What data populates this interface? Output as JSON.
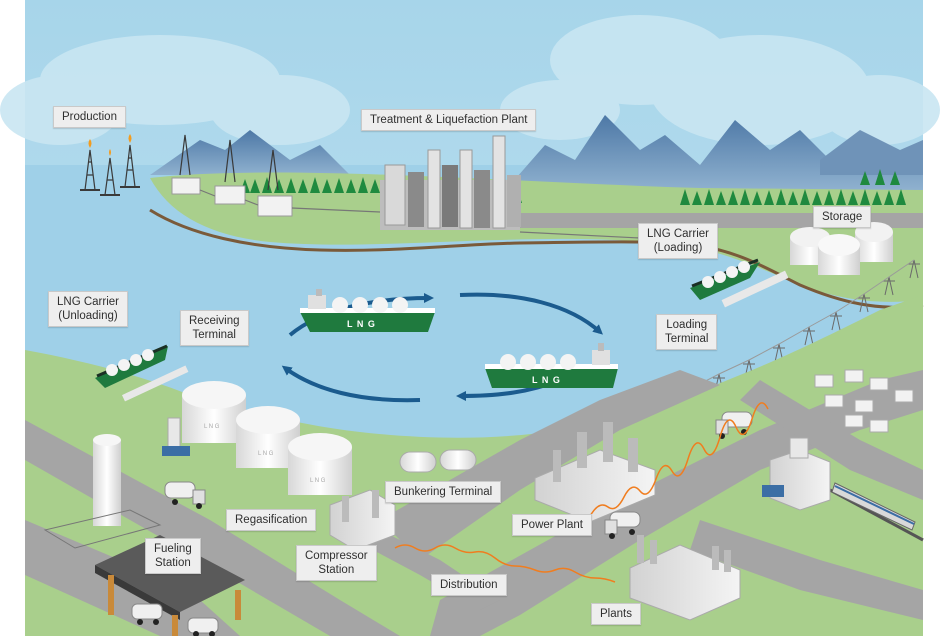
{
  "labels": {
    "production": "Production",
    "treatment": "Treatment & Liquefaction Plant",
    "storage": "Storage",
    "carrier_loading_1": "LNG Carrier",
    "carrier_loading_2": "(Loading)",
    "carrier_unloading_1": "LNG Carrier",
    "carrier_unloading_2": "(Unloading)",
    "receiving_1": "Receiving",
    "receiving_2": "Terminal",
    "loading_1": "Loading",
    "loading_2": "Terminal",
    "bunkering": "Bunkering Terminal",
    "regasification": "Regasification",
    "power_plant": "Power Plant",
    "fueling_1": "Fueling",
    "fueling_2": "Station",
    "compressor_1": "Compressor",
    "compressor_2": "Station",
    "distribution": "Distribution",
    "plants": "Plants"
  },
  "ship_text": {
    "top": "L N G",
    "bottom": "L N G"
  },
  "tank_text": {
    "marking": "L N G"
  },
  "colors": {
    "sky": "#a9d6ea",
    "water": "#9fd0e8",
    "land": "#a9cf8c",
    "road": "#a5a5a5",
    "mountain": "#5a83ad",
    "tree": "#1f8a3f",
    "ship_hull": "#1f7a3e",
    "arrow": "#1b5b8e",
    "pipe": "#f07d1f",
    "label_bg": "#eeeeee"
  }
}
